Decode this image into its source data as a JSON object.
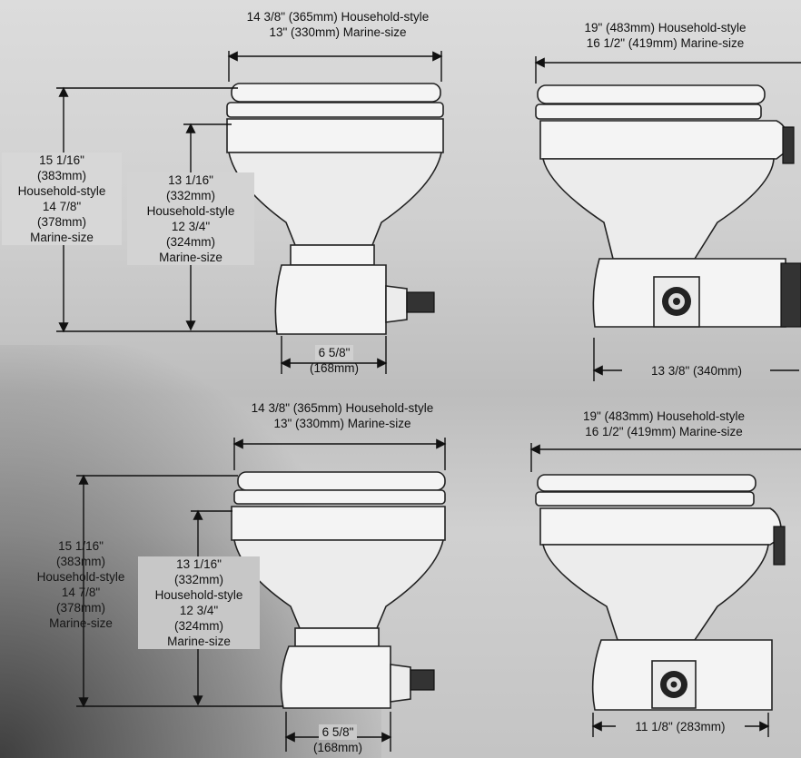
{
  "views": {
    "top_front": {
      "width": [
        "14 3/8\" (365mm) Household-style",
        "13\" (330mm) Marine-size"
      ],
      "total_height": [
        "15 1/16\"",
        "(383mm)",
        "Household-style",
        "14 7/8\"",
        "(378mm)",
        "Marine-size"
      ],
      "bowl_height": [
        "13 1/16\"",
        "(332mm)",
        "Household-style",
        "12 3/4\"",
        "(324mm)",
        "Marine-size"
      ],
      "base_width": [
        "6 5/8\"",
        "(168mm)"
      ]
    },
    "top_side": {
      "length": [
        "19\" (483mm) Household-style",
        "16 1/2\" (419mm) Marine-size"
      ],
      "base_length": "13 3/8\" (340mm)"
    },
    "bottom_front": {
      "width": [
        "14 3/8\" (365mm) Household-style",
        "13\" (330mm) Marine-size"
      ],
      "total_height": [
        "15 1/16\"",
        "(383mm)",
        "Household-style",
        "14 7/8\"",
        "(378mm)",
        "Marine-size"
      ],
      "bowl_height": [
        "13 1/16\"",
        "(332mm)",
        "Household-style",
        "12 3/4\"",
        "(324mm)",
        "Marine-size"
      ],
      "base_width": [
        "6 5/8\"",
        "(168mm)"
      ]
    },
    "bottom_side": {
      "length": [
        "19\" (483mm) Household-style",
        "16 1/2\" (419mm) Marine-size"
      ],
      "base_length": "11 1/8\" (283mm)"
    }
  }
}
